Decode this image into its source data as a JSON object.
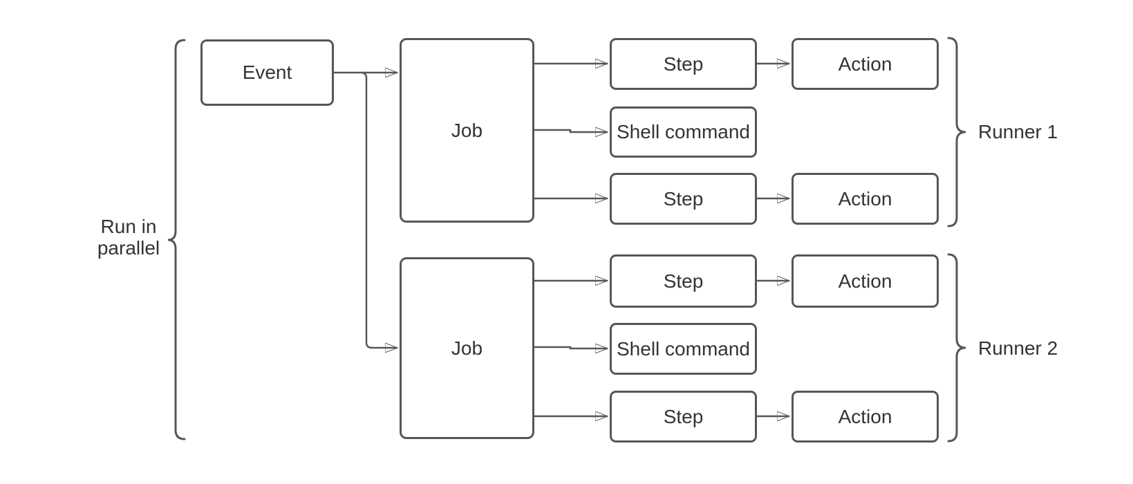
{
  "colors": {
    "stroke": "#565656",
    "text": "#333333",
    "box-bg": "#ffffff",
    "canvas-bg": "#ffffff"
  },
  "labels": {
    "run_in_parallel": "Run in\nparallel",
    "runner1": "Runner 1",
    "runner2": "Runner 2"
  },
  "nodes": {
    "event": "Event",
    "job1": "Job",
    "job2": "Job",
    "step1": "Step",
    "shell1": "Shell command",
    "step2": "Step",
    "action1": "Action",
    "action2": "Action",
    "step3": "Step",
    "shell2": "Shell command",
    "step4": "Step",
    "action3": "Action",
    "action4": "Action"
  }
}
